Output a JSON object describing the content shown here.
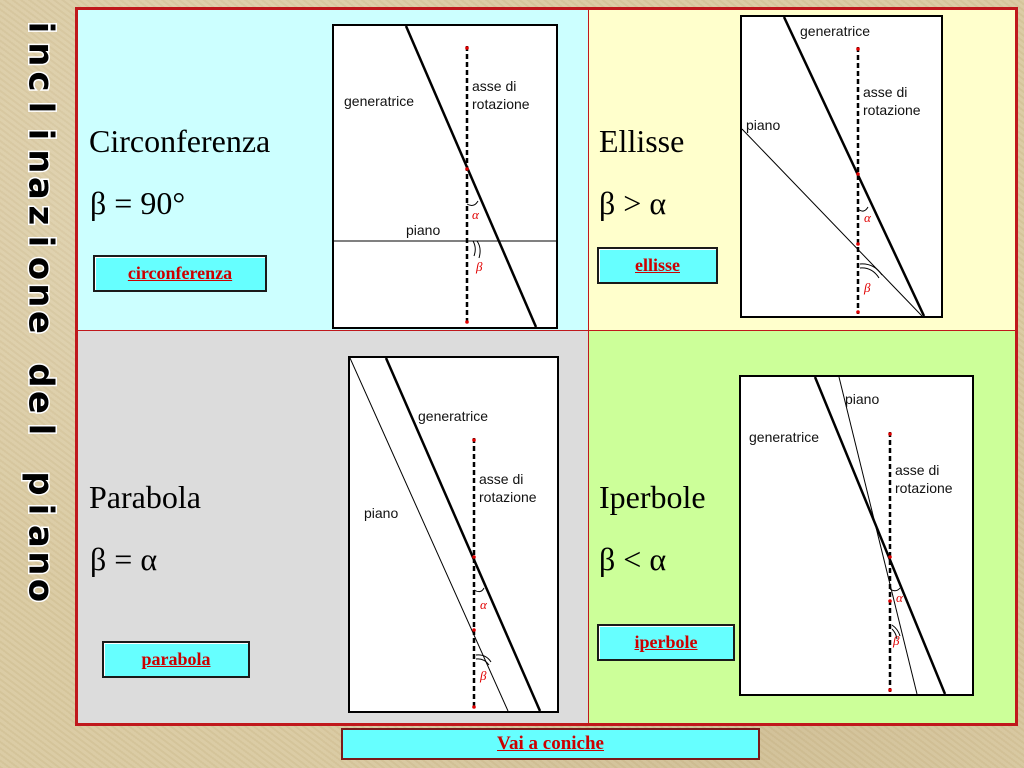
{
  "side_title": "inclinazione del piano",
  "circ": {
    "name": "Circonferenza",
    "relation": "β = 90°",
    "button": "circonferenza"
  },
  "ell": {
    "name": "Ellisse",
    "relation": "β > α",
    "button": "ellisse"
  },
  "par": {
    "name": "Parabola",
    "relation": "β = α",
    "button": "parabola"
  },
  "ipe": {
    "name": "Iperbole",
    "relation": "β < α",
    "button": "iperbole"
  },
  "labels": {
    "generatrice": "generatrice",
    "asse_1": "asse di",
    "asse_2": "rotazione",
    "piano": "piano",
    "alpha": "α",
    "beta": "β"
  },
  "bottom_button": "Vai a coniche",
  "colors": {
    "frame": "#c0181c",
    "circ_bg": "#ccffff",
    "ell_bg": "#ffffcc",
    "par_bg": "#dcdcdc",
    "ipe_bg": "#ccff99",
    "button_bg": "#66ffff",
    "button_text": "#cc0000"
  }
}
